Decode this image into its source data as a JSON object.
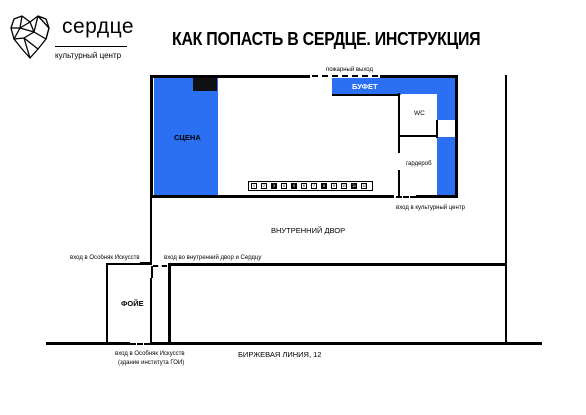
{
  "header": {
    "logo_word": "сердце",
    "logo_subtitle": "культурный центр",
    "title": "КАК ПОПАСТЬ В СЕРДЦЕ. ИНСТРУКЦИЯ"
  },
  "map": {
    "rooms": {
      "stage": "СЦЕНА",
      "buffet": "БУФЕТ",
      "wc": "WC",
      "cloakroom": "гардероб",
      "courtyard": "ВНУТРЕННИЙ ДВОР",
      "foyer": "ФОЙЕ"
    },
    "labels": {
      "fire_exit": "пожарный выход",
      "entrance_center": "вход в культурный центр",
      "entrance_mansion": "вход в Особняк Искусств",
      "entrance_courtyard": "вход во внутренний двор и Сердцу",
      "entrance_street_1": "вход в Особняк Искусств",
      "entrance_street_2": "(здание института ГОИ)",
      "street": "БИРЖЕВАЯ ЛИНИЯ, 12"
    },
    "seats": [
      "1",
      "2",
      "3",
      "4",
      "5",
      "6",
      "7",
      "8",
      "9",
      "10",
      "11",
      "12"
    ],
    "colors": {
      "room_fill": "#2b6ff2",
      "wall": "#000000"
    }
  }
}
